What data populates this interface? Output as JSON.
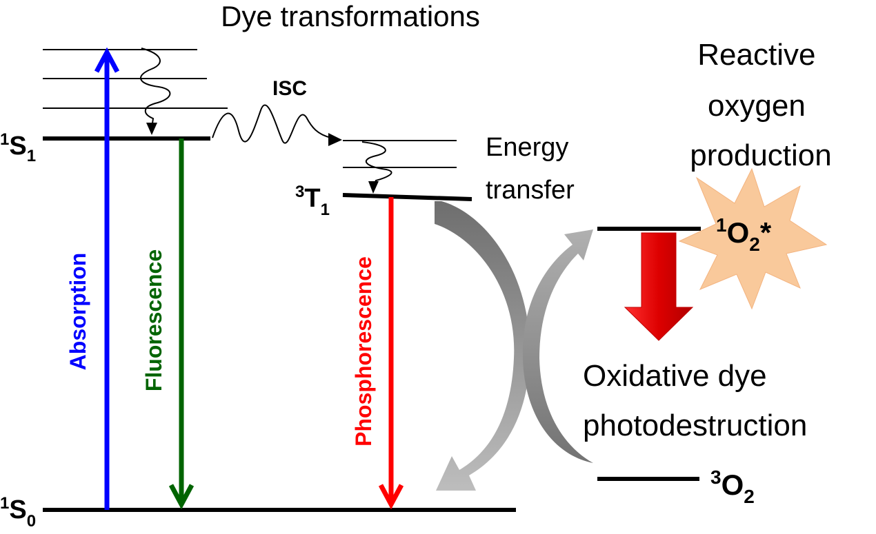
{
  "title": "Dye transformations",
  "states": {
    "s0": {
      "base": "S",
      "pre": "1",
      "sub": "0"
    },
    "s1": {
      "base": "S",
      "pre": "1",
      "sub": "1"
    },
    "t1": {
      "base": "T",
      "pre": "3",
      "sub": "1"
    },
    "o2_ground": {
      "pre": "3",
      "base": "O",
      "sub": "2"
    },
    "o2_singlet": {
      "pre": "1",
      "base": "O",
      "sub": "2",
      "suffix": "*"
    }
  },
  "labels": {
    "isc": "ISC",
    "absorption": "Absorption",
    "fluorescence": "Fluorescence",
    "phosphorescence": "Phosphorescence",
    "energy_transfer": [
      "Energy",
      "transfer"
    ],
    "ros": [
      "Reactive",
      "oxygen",
      "production"
    ],
    "photodestruction": [
      "Oxidative dye",
      "photodestruction"
    ]
  },
  "colors": {
    "absorption": "#0000ff",
    "fluorescence": "#006400",
    "phosphorescence": "#ff0000",
    "transfer_arrow": "#8c8c8c",
    "starburst": "#f9c99b",
    "photodestruction_arrow": "#e00000"
  }
}
